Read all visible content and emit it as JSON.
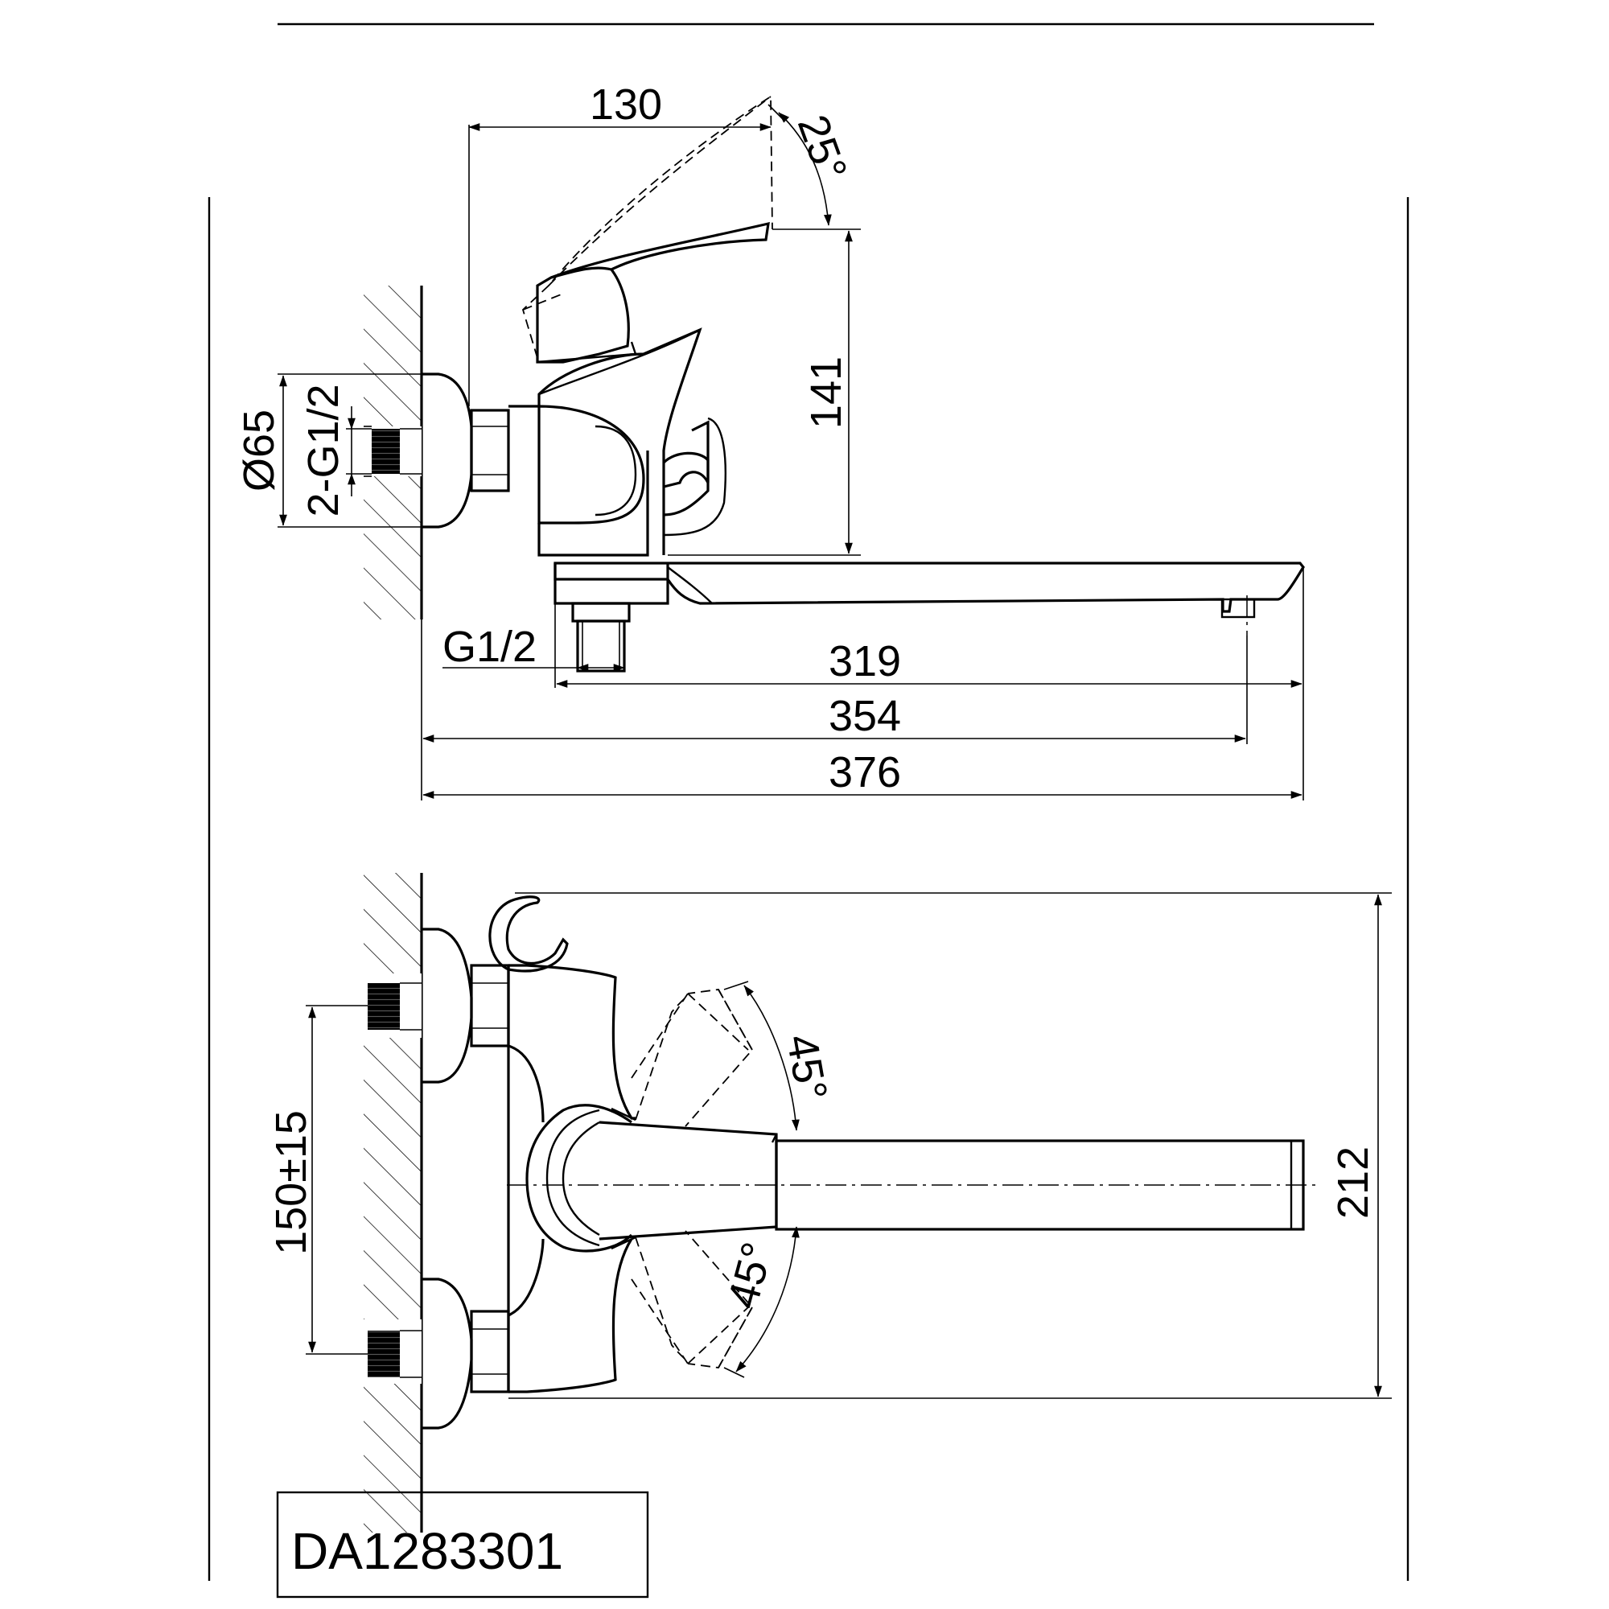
{
  "drawing": {
    "model_code": "DA1283301",
    "side_view": {
      "dim_handle_reach": "130",
      "dim_handle_angle": "25°",
      "dim_height": "141",
      "dim_flange_diameter": "Ø65",
      "dim_inlet_threads": "2-G1/2",
      "dim_outlet_thread": "G1/2",
      "dim_spout_center": "319",
      "dim_spout_outlet": "354",
      "dim_total_length": "376"
    },
    "top_view": {
      "dim_inlet_spacing": "150±15",
      "dim_lever_angle_up": "45°",
      "dim_lever_angle_down": "45°",
      "dim_total_height": "212"
    }
  }
}
